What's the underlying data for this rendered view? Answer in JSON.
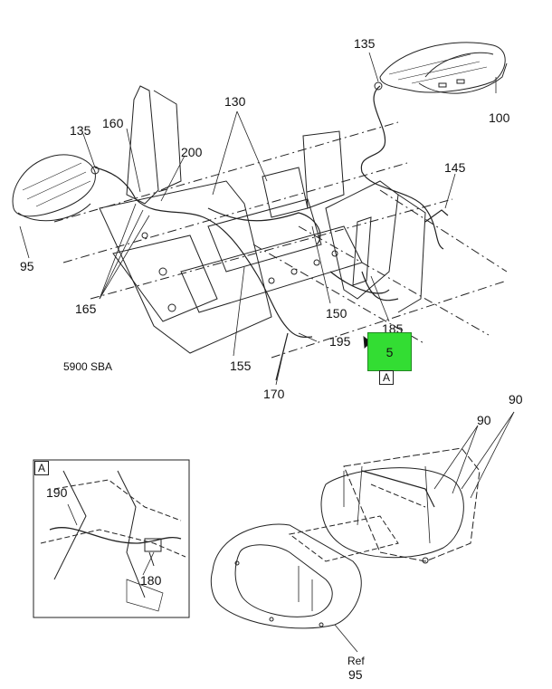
{
  "model_label": "5900 SBA",
  "callouts": {
    "c135_top": "135",
    "c100": "100",
    "c130": "130",
    "c160": "160",
    "c135_left": "135",
    "c200": "200",
    "c145": "145",
    "c95_left": "95",
    "c165": "165",
    "c150": "150",
    "c185": "185",
    "c195": "195",
    "c155": "155",
    "c170": "170",
    "c90_a": "90",
    "c90_b": "90",
    "c190": "190",
    "c180": "180",
    "ref_word": "Ref",
    "ref_num": "95"
  },
  "hotspot": {
    "label": "5",
    "color": "#33dd33"
  },
  "detail_marker": "A",
  "detail_box_label": "A"
}
